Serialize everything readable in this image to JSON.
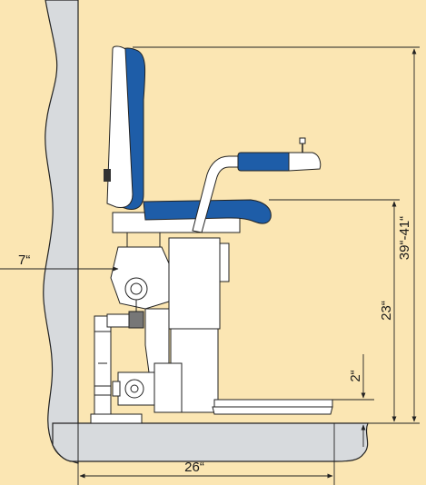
{
  "colors": {
    "background": "#fbe6b3",
    "wall": "#d7dadd",
    "outline": "#222222",
    "seat_blue": "#1e5da8",
    "machine_white": "#ffffff"
  },
  "dimensions": {
    "overall_height": "39“-41“",
    "seat_height": "23“",
    "footrest_height": "2“",
    "rail_offset": "7“",
    "depth": "26“"
  }
}
